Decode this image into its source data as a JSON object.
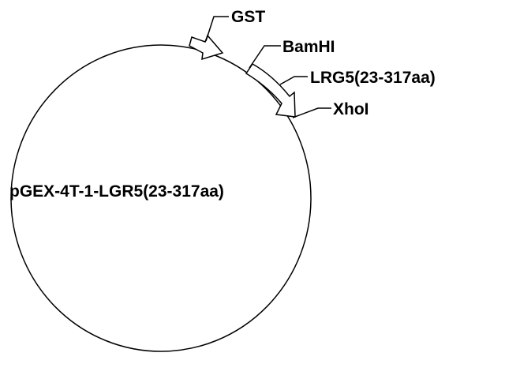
{
  "plasmid": {
    "name": "pGEX-4T-1-LGR5(23-317aa)"
  },
  "features": [
    {
      "id": "gst",
      "label": "GST",
      "kind": "arrow"
    },
    {
      "id": "bamhi",
      "label": "BamHI",
      "kind": "site"
    },
    {
      "id": "insert",
      "label": "LRG5(23-317aa)",
      "kind": "arrow"
    },
    {
      "id": "xhoi",
      "label": "XhoI",
      "kind": "site"
    }
  ],
  "colors": {
    "line": "#000000",
    "fill": "#ffffff"
  }
}
